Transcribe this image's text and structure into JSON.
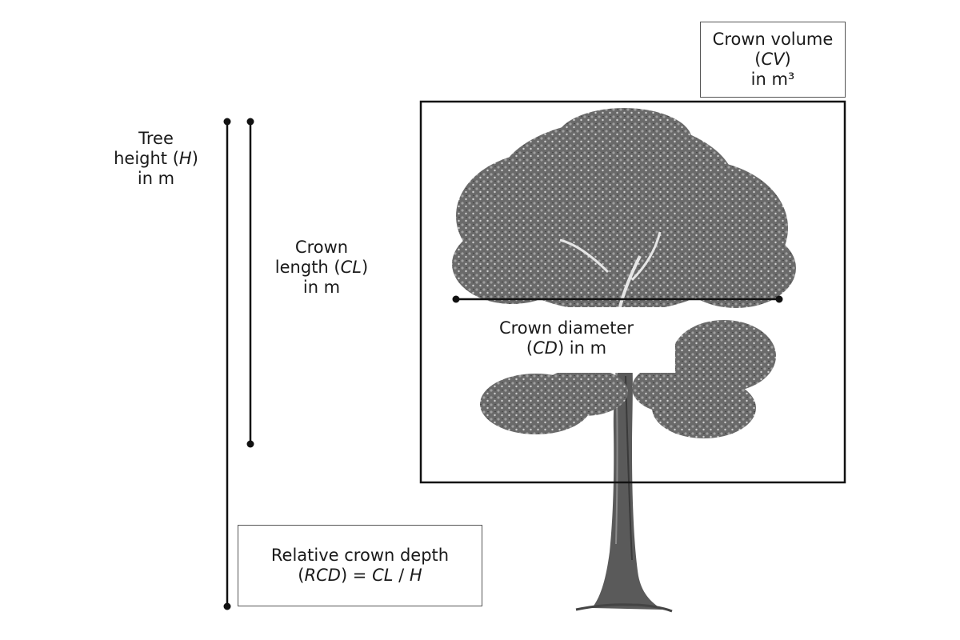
{
  "labels": {
    "tree_height": {
      "line1": "Tree",
      "line2_pre": "height (",
      "line2_var": "H",
      "line2_post": ")",
      "line3": "in m"
    },
    "crown_length": {
      "line1": "Crown",
      "line2_pre": "length (",
      "line2_var": "CL",
      "line2_post": ")",
      "line3": "in m"
    },
    "crown_diameter": {
      "line1": "Crown diameter",
      "line2_pre": "(",
      "line2_var": "CD",
      "line2_post": ") in m"
    },
    "crown_volume": {
      "line1": "Crown volume",
      "line2_pre": "(",
      "line2_var": "CV",
      "line2_post": ")",
      "line3": "in m³"
    },
    "relative_crown_depth": {
      "line1": "Relative crown depth",
      "line2_pre": "(",
      "line2_var1": "RCD",
      "line2_mid": ") = ",
      "line2_var2": "CL",
      "line2_sep": " / ",
      "line2_var3": "H"
    }
  },
  "colors": {
    "ink": "#111111",
    "foliage": "#5e5e5e",
    "foliage_light": "#8c8c8c",
    "trunk": "#555555"
  }
}
